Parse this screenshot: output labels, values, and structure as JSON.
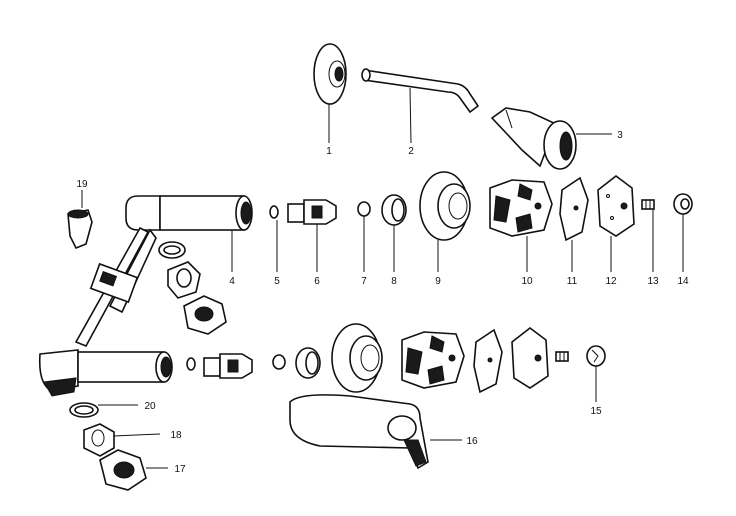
{
  "callouts": [
    {
      "id": "1",
      "label": "1"
    },
    {
      "id": "2",
      "label": "2"
    },
    {
      "id": "3",
      "label": "3"
    },
    {
      "id": "4",
      "label": "4"
    },
    {
      "id": "5",
      "label": "5"
    },
    {
      "id": "6",
      "label": "6"
    },
    {
      "id": "7",
      "label": "7"
    },
    {
      "id": "8",
      "label": "8"
    },
    {
      "id": "9",
      "label": "9"
    },
    {
      "id": "10",
      "label": "10"
    },
    {
      "id": "11",
      "label": "11"
    },
    {
      "id": "12",
      "label": "12"
    },
    {
      "id": "13",
      "label": "13"
    },
    {
      "id": "14",
      "label": "14"
    },
    {
      "id": "15",
      "label": "15"
    },
    {
      "id": "16",
      "label": "16"
    },
    {
      "id": "17",
      "label": "17"
    },
    {
      "id": "18",
      "label": "18"
    },
    {
      "id": "19",
      "label": "19"
    },
    {
      "id": "20",
      "label": "20"
    }
  ],
  "colors": {
    "line": "#111111",
    "background": "#ffffff"
  }
}
